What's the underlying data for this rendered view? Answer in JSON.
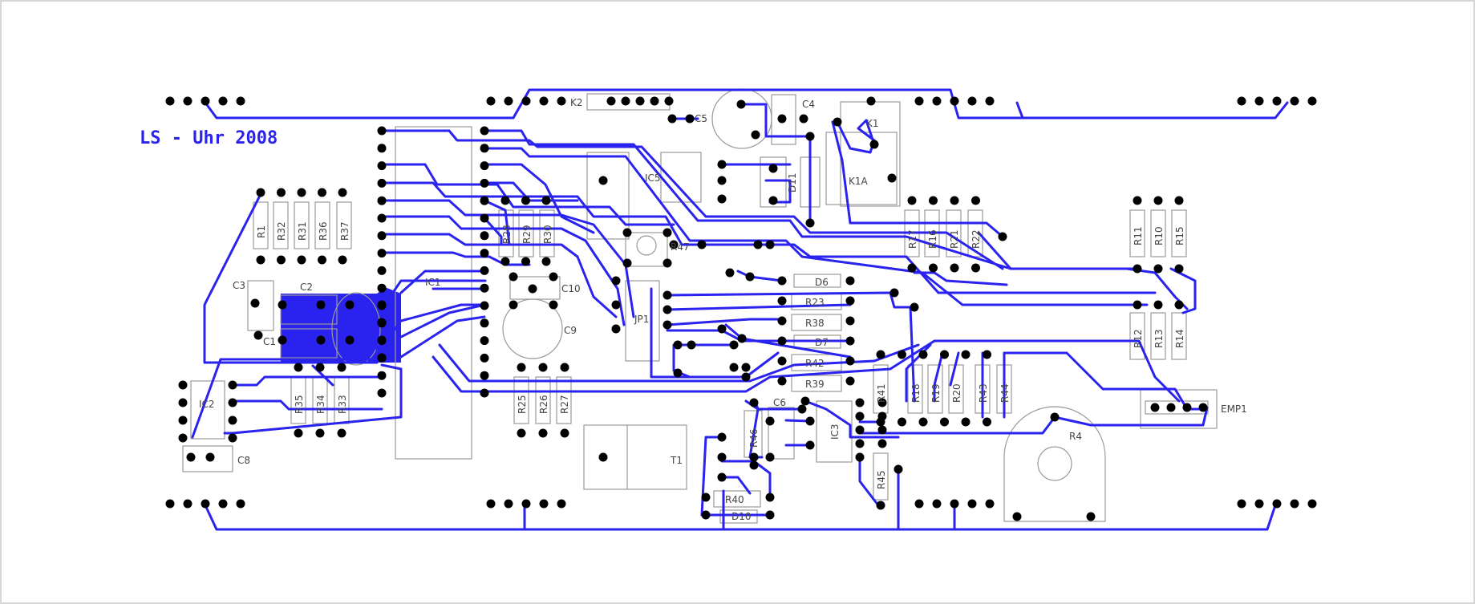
{
  "board": {
    "title": "LS - Uhr 2008",
    "trace_color": "#2a22ee",
    "pad_color": "#000000",
    "outline_color": "#9a9a9a"
  },
  "components": [
    {
      "id": "R1",
      "label": "R1"
    },
    {
      "id": "R32",
      "label": "R32"
    },
    {
      "id": "R31",
      "label": "R31"
    },
    {
      "id": "R36",
      "label": "R36"
    },
    {
      "id": "R37",
      "label": "R37"
    },
    {
      "id": "C3",
      "label": "C3"
    },
    {
      "id": "C2",
      "label": "C2"
    },
    {
      "id": "C1",
      "label": "C1"
    },
    {
      "id": "IC1",
      "label": "IC1"
    },
    {
      "id": "IC2",
      "label": "IC2"
    },
    {
      "id": "C8",
      "label": "C8"
    },
    {
      "id": "R35",
      "label": "R35"
    },
    {
      "id": "R34",
      "label": "R34"
    },
    {
      "id": "R33",
      "label": "R33"
    },
    {
      "id": "K2",
      "label": "K2"
    },
    {
      "id": "C5",
      "label": "C5"
    },
    {
      "id": "C4",
      "label": "C4"
    },
    {
      "id": "K1",
      "label": "K1"
    },
    {
      "id": "K1A",
      "label": "K1A"
    },
    {
      "id": "D11",
      "label": "D11"
    },
    {
      "id": "IC5",
      "label": "IC5"
    },
    {
      "id": "R47",
      "label": "R47"
    },
    {
      "id": "R28",
      "label": "R28"
    },
    {
      "id": "R29",
      "label": "R29"
    },
    {
      "id": "R30",
      "label": "R30"
    },
    {
      "id": "C10",
      "label": "C10"
    },
    {
      "id": "C9",
      "label": "C9"
    },
    {
      "id": "JP1",
      "label": "JP1"
    },
    {
      "id": "D6",
      "label": "D6"
    },
    {
      "id": "R23",
      "label": "R23"
    },
    {
      "id": "R38",
      "label": "R38"
    },
    {
      "id": "D7",
      "label": "D7"
    },
    {
      "id": "R42",
      "label": "R42"
    },
    {
      "id": "R39",
      "label": "R39"
    },
    {
      "id": "R25",
      "label": "R25"
    },
    {
      "id": "R26",
      "label": "R26"
    },
    {
      "id": "R27",
      "label": "R27"
    },
    {
      "id": "C6",
      "label": "C6"
    },
    {
      "id": "R46",
      "label": "R46"
    },
    {
      "id": "IC3",
      "label": "IC3"
    },
    {
      "id": "T1",
      "label": "T1"
    },
    {
      "id": "R40",
      "label": "R40"
    },
    {
      "id": "D10",
      "label": "D10"
    },
    {
      "id": "R41",
      "label": "R41"
    },
    {
      "id": "R18",
      "label": "R18"
    },
    {
      "id": "R19",
      "label": "R19"
    },
    {
      "id": "R20",
      "label": "R20"
    },
    {
      "id": "R43",
      "label": "R43"
    },
    {
      "id": "R44",
      "label": "R44"
    },
    {
      "id": "R45",
      "label": "R45"
    },
    {
      "id": "R4",
      "label": "R4"
    },
    {
      "id": "R17",
      "label": "R17"
    },
    {
      "id": "R16",
      "label": "R16"
    },
    {
      "id": "R21",
      "label": "R21"
    },
    {
      "id": "R22",
      "label": "R22"
    },
    {
      "id": "R11",
      "label": "R11"
    },
    {
      "id": "R10",
      "label": "R10"
    },
    {
      "id": "R15",
      "label": "R15"
    },
    {
      "id": "R12",
      "label": "R12"
    },
    {
      "id": "R13",
      "label": "R13"
    },
    {
      "id": "R14",
      "label": "R14"
    },
    {
      "id": "EMP1",
      "label": "EMP1"
    }
  ]
}
